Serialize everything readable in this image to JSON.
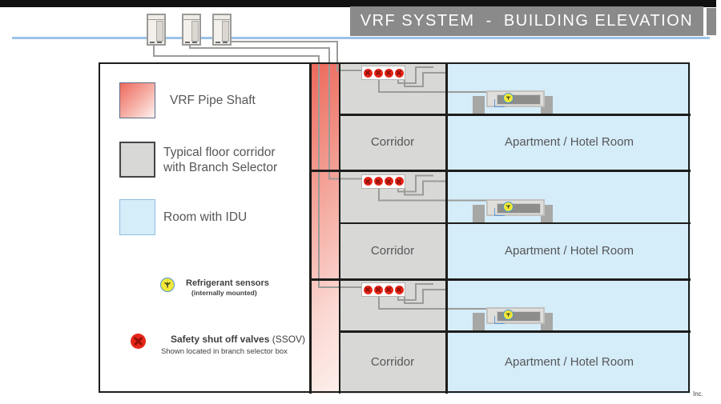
{
  "header": {
    "title": "VRF SYSTEM  -  BUILDING ELEVATION"
  },
  "legend": {
    "pipe_shaft_label": "VRF Pipe Shaft",
    "corridor_label_line1": "Typical floor corridor",
    "corridor_label_line2": "with Branch Selector",
    "room_label": "Room with IDU",
    "sensor_label": "Refrigerant sensors",
    "sensor_sublabel": "(internally mounted)",
    "ssov_label_bold": "Safety shut off valves",
    "ssov_label_suffix": " (SSOV)",
    "ssov_sublabel": "Shown located in branch selector box"
  },
  "building": {
    "floors": [
      {
        "corridor_label": "Corridor",
        "room_label": "Apartment / Hotel Room"
      },
      {
        "corridor_label": "Corridor",
        "room_label": "Apartment / Hotel Room"
      },
      {
        "corridor_label": "Corridor",
        "room_label": "Apartment / Hotel Room"
      }
    ]
  },
  "footer": {
    "credit_text": "Inc."
  },
  "colors": {
    "shaft_red": "#ec685b",
    "corridor_gray": "#d8d8d6",
    "room_blue": "#d5ecf9",
    "ssov_red": "#e7261a",
    "sensor_yellow": "#f2e838",
    "title_bar_gray": "#8a8a8a",
    "roof_line_blue": "#9cc3e8",
    "pipe_gray": "#9b9b98"
  }
}
